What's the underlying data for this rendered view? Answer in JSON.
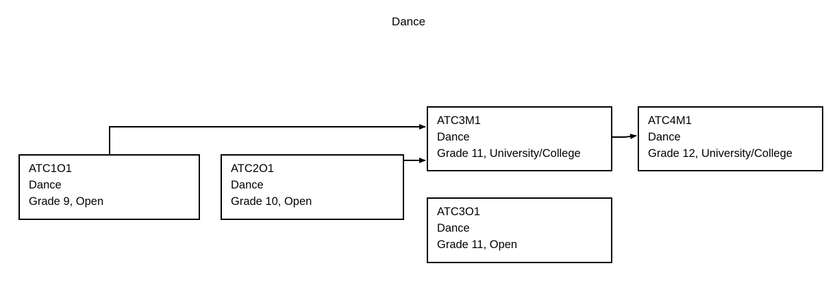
{
  "title": "Dance",
  "courses": [
    {
      "code": "ATC1O1",
      "subject": "Dance",
      "grade_type": "Grade 9, Open"
    },
    {
      "code": "ATC2O1",
      "subject": "Dance",
      "grade_type": "Grade 10, Open"
    },
    {
      "code": "ATC3M1",
      "subject": "Dance",
      "grade_type": "Grade 11, University/College"
    },
    {
      "code": "ATC4M1",
      "subject": "Dance",
      "grade_type": "Grade 12, University/College"
    },
    {
      "code": "ATC3O1",
      "subject": "Dance",
      "grade_type": "Grade 11, Open"
    }
  ],
  "prerequisite_links": [
    {
      "from": "ATC1O1",
      "to": "ATC3M1"
    },
    {
      "from": "ATC2O1",
      "to": "ATC3M1"
    },
    {
      "from": "ATC3M1",
      "to": "ATC4M1"
    }
  ],
  "colors": {
    "line": "#000000",
    "box_border": "#000000",
    "background": "#ffffff"
  }
}
